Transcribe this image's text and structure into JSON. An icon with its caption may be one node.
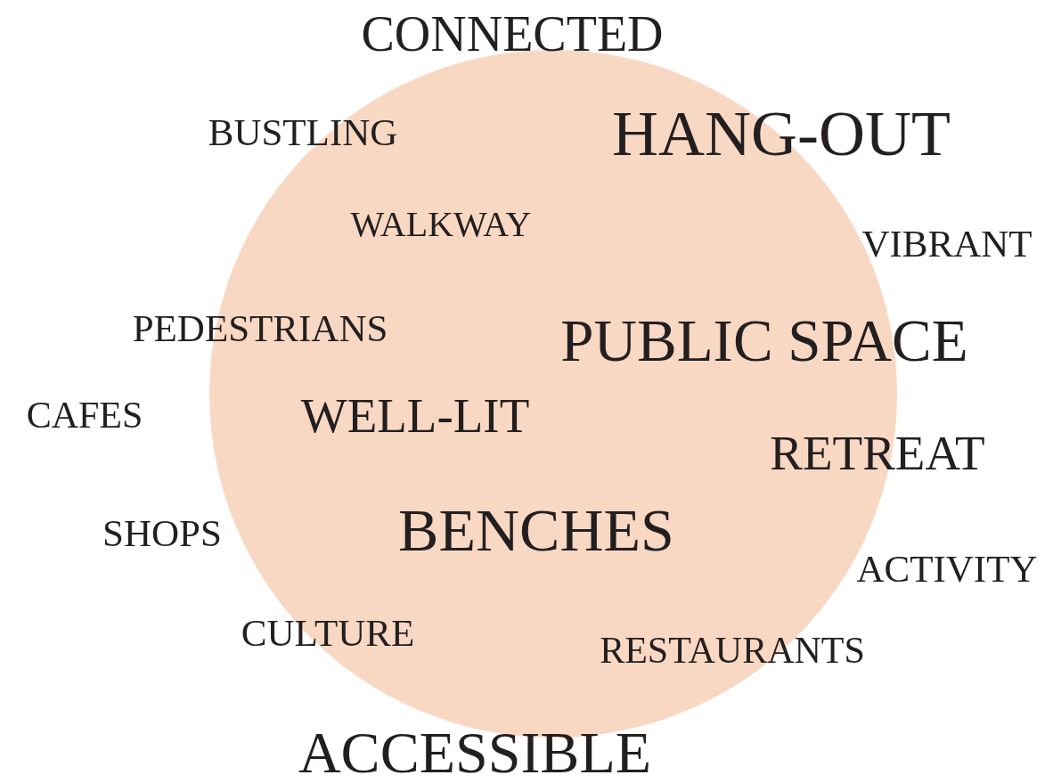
{
  "diagram": {
    "nodes": [
      {
        "text": [],
        "shape": "circle"
      }
    ],
    "edges": [],
    "labels": [
      "CONNECTED",
      "BUSTLING",
      "HANG-OUT",
      "WALKWAY",
      "VIBRANT",
      "PEDESTRIANS",
      "PUBLIC SPACE",
      "CAFES",
      "WELL-LIT",
      "RETREAT",
      "SHOPS",
      "BENCHES",
      "ACTIVITY",
      "CULTURE",
      "RESTAURANTS",
      "ACCESSIBLE"
    ]
  }
}
